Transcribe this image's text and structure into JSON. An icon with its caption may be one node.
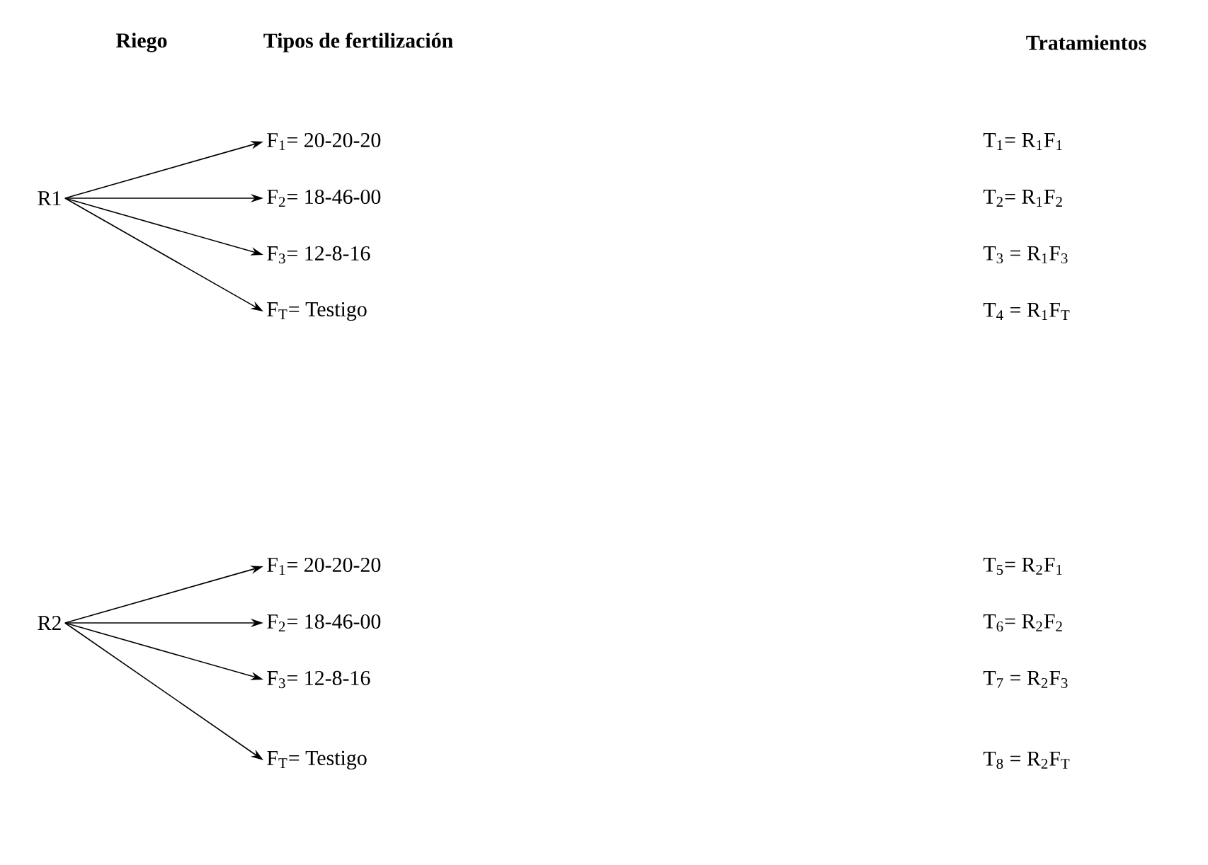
{
  "diagram": {
    "nodes": [
      {
        "text": [
          "R1"
        ]
      },
      {
        "text": [
          "F$_{1}$= 20-20-20"
        ]
      },
      {
        "text": [
          "F$_{2}$= 18-46-00"
        ]
      },
      {
        "text": [
          "F$_{3}$= 12-8-16"
        ]
      },
      {
        "text": [
          "F$_{T}$= Testigo"
        ]
      },
      {
        "text": [
          "R2"
        ]
      },
      {
        "text": [
          "F$_{1}$= 20-20-20"
        ]
      },
      {
        "text": [
          "F$_{2}$= 18-46-00"
        ]
      },
      {
        "text": [
          "F$_{3}$= 12-8-16"
        ]
      },
      {
        "text": [
          "F$_{T}$= Testigo"
        ]
      }
    ],
    "edges": [
      {
        "from": 0,
        "to": 1,
        "arrow": "to"
      },
      {
        "from": 0,
        "to": 2,
        "arrow": "to"
      },
      {
        "from": 0,
        "to": 3,
        "arrow": "to"
      },
      {
        "from": 0,
        "to": 4,
        "arrow": "to"
      },
      {
        "from": 5,
        "to": 6,
        "arrow": "to"
      },
      {
        "from": 5,
        "to": 7,
        "arrow": "to"
      },
      {
        "from": 5,
        "to": 8,
        "arrow": "to"
      },
      {
        "from": 5,
        "to": 9,
        "arrow": "to"
      }
    ],
    "labels": [
      "Riego",
      "Tipos de fertilización",
      "Tratamientos",
      "T$_{1}$= R$_{1}$F$_{1}$",
      "T$_{2}$= R$_{1}$F$_{2}$",
      "T$_{3}$ = R$_{1}$F$_{3}$",
      "T$_{4}$ = R$_{1}$F$_{T}$",
      "T$_{5}$= R$_{2}$F$_{1}$",
      "T$_{6}$= R$_{2}$F$_{2}$",
      "T$_{7}$ = R$_{2}$F$_{3}$",
      "T$_{8}$ = R$_{2}$F$_{T}$"
    ]
  }
}
